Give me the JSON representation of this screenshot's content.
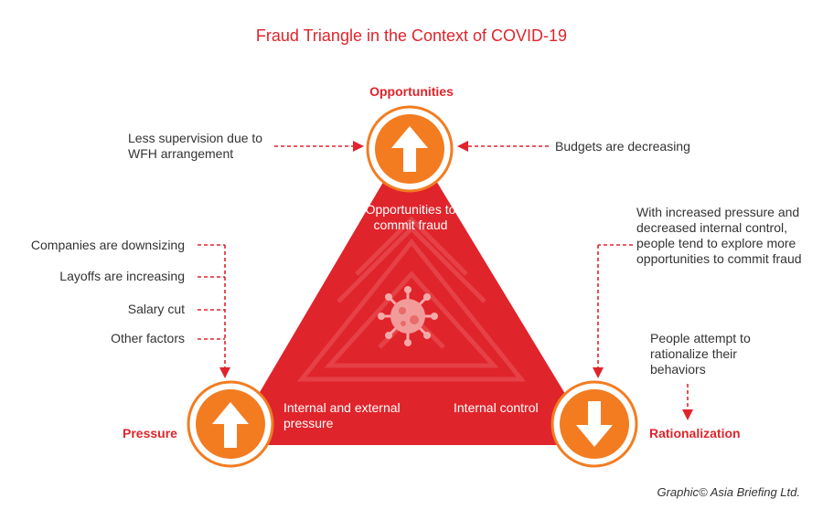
{
  "title": "Fraud Triangle in the Context of COVID-19",
  "nodes": {
    "opportunities": {
      "label": "Opportunities",
      "inner": "Opportunities to commit fraud"
    },
    "pressure": {
      "label": "Pressure",
      "inner": "Internal and external pressure"
    },
    "rationalization": {
      "label": "Rationalization",
      "inner": "Internal control"
    }
  },
  "left_top": "Less supervision due to WFH arrangement",
  "right_top": "Budgets are decreasing",
  "pressure_factors": [
    "Companies are downsizing",
    "Layoffs are increasing",
    "Salary cut",
    "Other factors"
  ],
  "right_middle": "With increased pressure and decreased internal control, people tend to explore more opportunities to commit fraud",
  "right_bottom": "People attempt to rationalize their behaviors",
  "credit": "Graphic© Asia Briefing Ltd.",
  "colors": {
    "red": "#e0242b",
    "orange": "#f37c21",
    "title": "#e0242b"
  }
}
